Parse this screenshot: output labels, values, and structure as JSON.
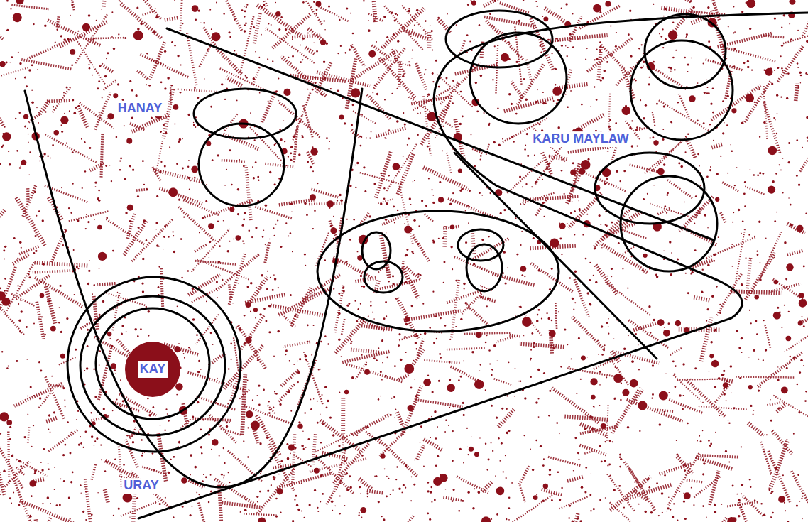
{
  "diagram": {
    "nodes": [
      {
        "text": [
          "KAY"
        ]
      }
    ],
    "labels": [
      "HANAY",
      "KARU MAYLAW",
      "URAY"
    ]
  }
}
